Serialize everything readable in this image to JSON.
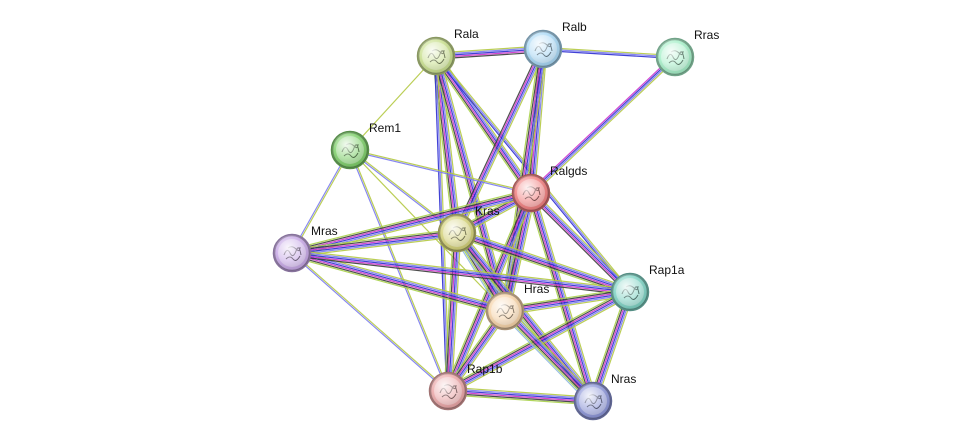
{
  "network": {
    "nodes": [
      {
        "id": "Rala",
        "label": "Rala",
        "color": "#c9e08f"
      },
      {
        "id": "Ralb",
        "label": "Ralb",
        "color": "#a9d8f5"
      },
      {
        "id": "Rras",
        "label": "Rras",
        "color": "#a6efc8"
      },
      {
        "id": "Rem1",
        "label": "Rem1",
        "color": "#7fcf6b"
      },
      {
        "id": "Ralgds",
        "label": "Ralgds",
        "color": "#f07f7f"
      },
      {
        "id": "Kras",
        "label": "Kras",
        "color": "#d4d27a"
      },
      {
        "id": "Mras",
        "label": "Mras",
        "color": "#c7a8e6"
      },
      {
        "id": "Rap1a",
        "label": "Rap1a",
        "color": "#7fd3c4"
      },
      {
        "id": "Hras",
        "label": "Hras",
        "color": "#f6d3a8"
      },
      {
        "id": "Rap1b",
        "label": "Rap1b",
        "color": "#eba7a8"
      },
      {
        "id": "Nras",
        "label": "Nras",
        "color": "#8d96d8"
      }
    ],
    "edges": [
      {
        "source": "Rala",
        "target": "Ralb",
        "channels": 5
      },
      {
        "source": "Rala",
        "target": "Ralgds",
        "channels": 6
      },
      {
        "source": "Rala",
        "target": "Kras",
        "channels": 6
      },
      {
        "source": "Rala",
        "target": "Hras",
        "channels": 6
      },
      {
        "source": "Rala",
        "target": "Rap1a",
        "channels": 3
      },
      {
        "source": "Rala",
        "target": "Rem1",
        "channels": 1
      },
      {
        "source": "Rala",
        "target": "Rap1b",
        "channels": 3
      },
      {
        "source": "Ralb",
        "target": "Rras",
        "channels": 3
      },
      {
        "source": "Ralb",
        "target": "Ralgds",
        "channels": 6
      },
      {
        "source": "Ralb",
        "target": "Kras",
        "channels": 5
      },
      {
        "source": "Ralb",
        "target": "Hras",
        "channels": 6
      },
      {
        "source": "Rras",
        "target": "Ralgds",
        "channels": 4
      },
      {
        "source": "Rem1",
        "target": "Ralgds",
        "channels": 2
      },
      {
        "source": "Rem1",
        "target": "Kras",
        "channels": 2
      },
      {
        "source": "Rem1",
        "target": "Mras",
        "channels": 2
      },
      {
        "source": "Rem1",
        "target": "Rap1b",
        "channels": 2
      },
      {
        "source": "Rem1",
        "target": "Hras",
        "channels": 1
      },
      {
        "source": "Ralgds",
        "target": "Kras",
        "channels": 6
      },
      {
        "source": "Ralgds",
        "target": "Mras",
        "channels": 6
      },
      {
        "source": "Ralgds",
        "target": "Hras",
        "channels": 7
      },
      {
        "source": "Ralgds",
        "target": "Rap1a",
        "channels": 5
      },
      {
        "source": "Ralgds",
        "target": "Rap1b",
        "channels": 6
      },
      {
        "source": "Ralgds",
        "target": "Nras",
        "channels": 6
      },
      {
        "source": "Kras",
        "target": "Mras",
        "channels": 6
      },
      {
        "source": "Kras",
        "target": "Hras",
        "channels": 7
      },
      {
        "source": "Kras",
        "target": "Rap1a",
        "channels": 6
      },
      {
        "source": "Kras",
        "target": "Rap1b",
        "channels": 6
      },
      {
        "source": "Kras",
        "target": "Nras",
        "channels": 7
      },
      {
        "source": "Mras",
        "target": "Hras",
        "channels": 6
      },
      {
        "source": "Mras",
        "target": "Rap1a",
        "channels": 5
      },
      {
        "source": "Mras",
        "target": "Rap1b",
        "channels": 2
      },
      {
        "source": "Rap1a",
        "target": "Hras",
        "channels": 6
      },
      {
        "source": "Rap1a",
        "target": "Rap1b",
        "channels": 6
      },
      {
        "source": "Rap1a",
        "target": "Nras",
        "channels": 6
      },
      {
        "source": "Hras",
        "target": "Rap1b",
        "channels": 6
      },
      {
        "source": "Hras",
        "target": "Nras",
        "channels": 7
      },
      {
        "source": "Rap1b",
        "target": "Nras",
        "channels": 6
      }
    ],
    "evidence_colors": [
      "#b4c942",
      "#7a7af0",
      "#2c2cd0",
      "#cc33cc",
      "#3a3a3a",
      "#a8d14a",
      "#8db7e0"
    ]
  }
}
